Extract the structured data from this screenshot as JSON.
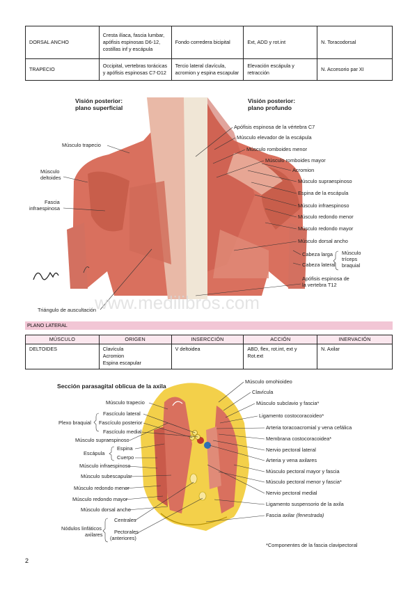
{
  "top_table": {
    "rows": [
      {
        "muscle": "DORSAL ANCHO",
        "origin": "Cresta ilíaca, fascia lumbar, apófisis espinosas D6-12, costillas inf y escápula",
        "insertion": "Fondo corredera bicipital",
        "action": "Ext, ADD y rot.int",
        "innervation": "N. Toracodorsal"
      },
      {
        "muscle": "TRAPECIO",
        "origin": "Occipital, vertebras torácicas y apófisis espinosas C7-D12",
        "insertion": "Tercio lateral clavícula, acromion y espina escapular",
        "action": "Elevación escápula y retracción",
        "innervation": "N. Accesorio par XI"
      }
    ]
  },
  "figure1": {
    "title_left": [
      "Visión posterior:",
      "plano superficial"
    ],
    "title_right": [
      "Visión posterior:",
      "plano profundo"
    ],
    "labels_left": [
      "Músculo trapecio",
      "Músculo",
      "deltoides",
      "Fascia",
      "infraespinosa",
      "Triángulo de auscultación"
    ],
    "labels_right": [
      "Apófisis espinosa de la vértebra C7",
      "Músculo elevador de la escápula",
      "Músculo romboides menor",
      "Músculo romboides mayor",
      "Acromion",
      "Músculo supraespinoso",
      "Espina de la escápula",
      "Músculo infraespinoso",
      "Músculo redondo menor",
      "Músculo redondo mayor",
      "Músculo dorsal ancho",
      "Cabeza larga",
      "Cabeza lateral",
      "Músculo",
      "tríceps",
      "braquial",
      "Apófisis espinosa de",
      "la vertebra T12"
    ],
    "watermark": "www.medilibros.com"
  },
  "lateral": {
    "band": "PLANO LATERAL",
    "headers": [
      "MÚSCULO",
      "ORIGEN",
      "INSERCCIÓN",
      "ACCIÓN",
      "INERVACIÓN"
    ],
    "row": {
      "muscle": "DELTOIDES",
      "origin": [
        "Clavícula",
        "Acromion",
        "Espina escapular"
      ],
      "insertion": "V deltoidea",
      "action": [
        "ABD, flex, rot.int, ext y",
        "Rot.ext"
      ],
      "innervation": "N. Axilar"
    }
  },
  "figure2": {
    "title": "Sección parasagital oblicua de la axila",
    "labels_left": [
      "Músculo trapecio",
      "Fascículo lateral",
      "Plexo braquial",
      "Fascículo posterior",
      "Fascículo medial",
      "Músculo supraespinoso",
      "Espina",
      "Escápula",
      "Cuerpo",
      "Músculo infraespinoso",
      "Músculo subescapular",
      "Músculo redondo menor",
      "Músculo redondo mayor",
      "Músculo dorsal ancho",
      "Centrales",
      "Nódulos linfáticos",
      "axilares",
      "Pectorales",
      "(anteriores)"
    ],
    "labels_right": [
      "Músculo omohioideo",
      "Clavícula",
      "Músculo subclavio y fascia*",
      "Ligamento costocoracoideo*",
      "Arteria toracoacromial y vena cefálica",
      "Membrana costocoracoidea*",
      "Nervio pectoral lateral",
      "Arteria y vena axilares",
      "Músculo pectoral mayor y fascia",
      "Músculo pectoral menor y fascia*",
      "Nervio pectoral medial",
      "Ligamento suspensorio de la axila",
      "Fascia axilar",
      "(fenestrada)"
    ],
    "footnote": "*Componentes de la fascia clavipectoral"
  },
  "page_number": "2",
  "colors": {
    "band": "#f2c6d5",
    "muscle": "#d9705e",
    "fat": "#f3d04a"
  }
}
